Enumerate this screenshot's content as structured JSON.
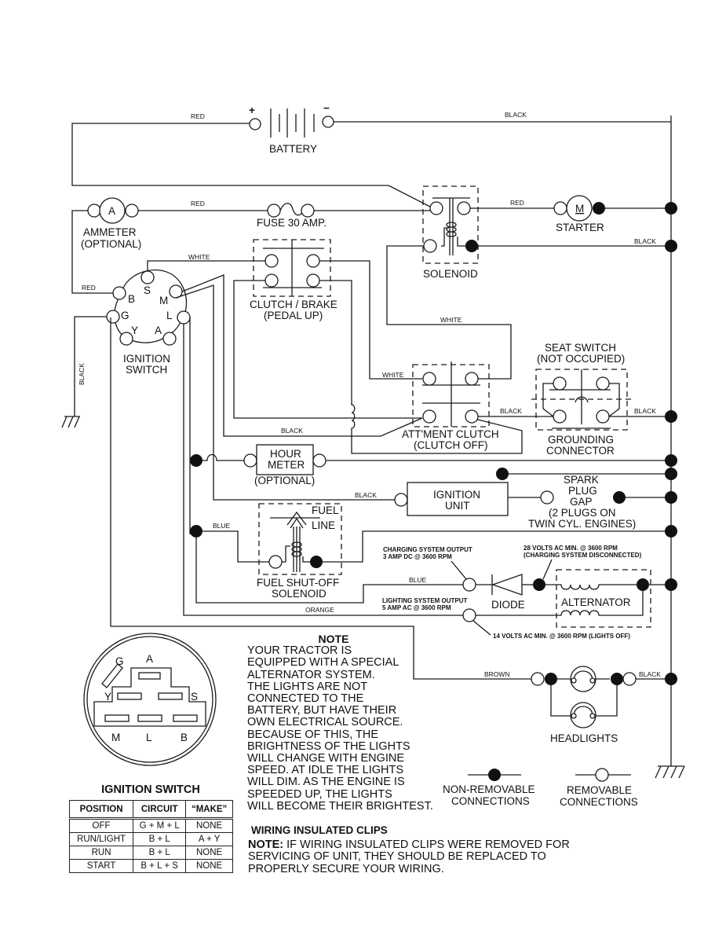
{
  "components": {
    "battery": {
      "label": "BATTERY",
      "plus": "+",
      "minus": "−"
    },
    "ammeter": {
      "label_line1": "AMMETER",
      "label_line2": "(OPTIONAL)",
      "symbol": "A"
    },
    "fuse": {
      "label": "FUSE 30 AMP."
    },
    "solenoid": {
      "label": "SOLENOID"
    },
    "starter": {
      "label": "STARTER",
      "symbol": "M"
    },
    "ignition_switch": {
      "label_line1": "IGNITION",
      "label_line2": "SWITCH",
      "terminals": [
        "S",
        "B",
        "M",
        "G",
        "L",
        "Y",
        "A"
      ]
    },
    "clutch_brake": {
      "label_line1": "CLUTCH / BRAKE",
      "label_line2": "(PEDAL UP)"
    },
    "attment_clutch": {
      "label_line1": "ATT'MENT CLUTCH",
      "label_line2": "(CLUTCH OFF)"
    },
    "seat_switch": {
      "label_line1": "SEAT SWITCH",
      "label_line2": "(NOT OCCUPIED)"
    },
    "grounding_connector": {
      "label_line1": "GROUNDING",
      "label_line2": "CONNECTOR"
    },
    "hour_meter": {
      "label_line1": "HOUR",
      "label_line2": "METER",
      "label_line3": "(OPTIONAL)"
    },
    "ignition_unit": {
      "label_line1": "IGNITION",
      "label_line2": "UNIT"
    },
    "spark_plug": {
      "line1": "SPARK",
      "line2": "PLUG",
      "line3": "GAP",
      "line4": "(2 PLUGS ON",
      "line5": "TWIN CYL. ENGINES)"
    },
    "fuel_solenoid": {
      "fuel": "FUEL",
      "line": "LINE",
      "label_line1": "FUEL SHUT-OFF",
      "label_line2": "SOLENOID"
    },
    "diode": {
      "label": "DIODE"
    },
    "alternator": {
      "label": "ALTERNATOR"
    },
    "headlights": {
      "label": "HEADLIGHTS"
    }
  },
  "wire_labels": {
    "red_battery": "RED",
    "black_battery": "BLACK",
    "red_fuse": "RED",
    "red_starter": "RED",
    "black_solenoid": "BLACK",
    "white_clutch": "WHITE",
    "red_ignition": "RED",
    "black_ground": "BLACK",
    "white_solenoid": "WHITE",
    "white_attment": "WHITE",
    "black_attment": "BLACK",
    "black_seat": "BLACK",
    "black_lower": "BLACK",
    "black_ignunit": "BLACK",
    "blue_fuel": "BLUE",
    "blue_charging": "BLUE",
    "orange": "ORANGE",
    "brown": "BROWN",
    "black_headlights": "BLACK"
  },
  "annotations": {
    "charging_line1": "CHARGING SYSTEM OUTPUT",
    "charging_line2": "3 AMP DC @ 3600 RPM",
    "lighting_line1": "LIGHTING SYSTEM OUTPUT",
    "lighting_line2": "5 AMP AC @ 3600 RPM",
    "volts28_line1": "28 VOLTS AC MIN. @ 3600 RPM",
    "volts28_line2": "(CHARGING SYSTEM DISCONNECTED)",
    "volts14": "14 VOLTS AC MIN. @ 3600 RPM (LIGHTS OFF)"
  },
  "legend": {
    "non_removable_line1": "NON-REMOVABLE",
    "non_removable_line2": "CONNECTIONS",
    "removable_line1": "REMOVABLE",
    "removable_line2": "CONNECTIONS"
  },
  "switch_face": {
    "labels": {
      "G": "G",
      "A": "A",
      "Y": "Y",
      "S": "S",
      "M": "M",
      "L": "L",
      "B": "B"
    }
  },
  "ignition_table": {
    "title": "IGNITION SWITCH",
    "headers": [
      "POSITION",
      "CIRCUIT",
      "“MAKE”"
    ],
    "rows": [
      [
        "OFF",
        "G + M + L",
        "NONE"
      ],
      [
        "RUN/LIGHT",
        "B + L",
        "A + Y"
      ],
      [
        "RUN",
        "B + L",
        "NONE"
      ],
      [
        "START",
        "B + L + S",
        "NONE"
      ]
    ]
  },
  "note": {
    "title": "NOTE",
    "lines": [
      "YOUR TRACTOR IS",
      "EQUIPPED WITH A SPECIAL",
      "ALTERNATOR SYSTEM.",
      "THE LIGHTS ARE NOT",
      "CONNECTED TO THE",
      "BATTERY, BUT HAVE THEIR",
      "OWN ELECTRICAL SOURCE.",
      "BECAUSE OF THIS, THE",
      "BRIGHTNESS OF THE LIGHTS",
      "WILL CHANGE WITH ENGINE",
      "SPEED.  AT IDLE THE LIGHTS",
      "WILL DIM.  AS THE ENGINE IS",
      "SPEEDED UP, THE LIGHTS",
      "WILL BECOME THEIR BRIGHTEST."
    ]
  },
  "clips": {
    "title": "WIRING INSULATED CLIPS",
    "prefix": "NOTE:",
    "text_line1": " IF WIRING INSULATED CLIPS WERE REMOVED FOR",
    "text_line2": "SERVICING OF UNIT, THEY SHOULD BE REPLACED TO",
    "text_line3": "PROPERLY SECURE YOUR WIRING."
  }
}
